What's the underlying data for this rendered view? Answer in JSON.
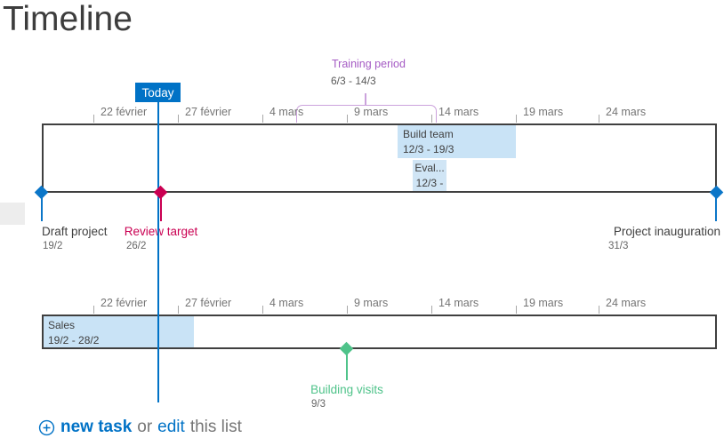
{
  "page": {
    "title": "Timeline"
  },
  "today_marker": {
    "label": "Today"
  },
  "axis": {
    "labels": [
      "22 février",
      "27 février",
      "4 mars",
      "9 mars",
      "14 mars",
      "19 mars",
      "24 mars"
    ]
  },
  "callout": {
    "title": "Training period",
    "date_range": "6/3 - 14/3"
  },
  "tasks": {
    "build_team": {
      "name": "Build team",
      "date_range": "12/3 - 19/3"
    },
    "eval": {
      "name": "Eval...",
      "date_range": "12/3 -"
    },
    "sales": {
      "name": "Sales",
      "date_range": "19/2 - 28/2"
    }
  },
  "milestones": {
    "draft_project": {
      "name": "Draft project",
      "date": "19/2"
    },
    "review_target": {
      "name": "Review target",
      "date": "26/2"
    },
    "project_inauguration": {
      "name": "Project inauguration",
      "date": "31/3"
    },
    "building_visits": {
      "name": "Building visits",
      "date": "9/3"
    }
  },
  "footer": {
    "new_task_label": "new task",
    "or_label": "or",
    "edit_label": "edit",
    "this_list_label": "this list"
  },
  "colors": {
    "accent_blue": "#0072c6",
    "bar_fill_blue": "#c9e3f6",
    "milestone_red": "#ca0052",
    "milestone_green": "#4fc38a",
    "callout_purple": "#a55bc4",
    "timeline_border": "#3f3f3f"
  }
}
